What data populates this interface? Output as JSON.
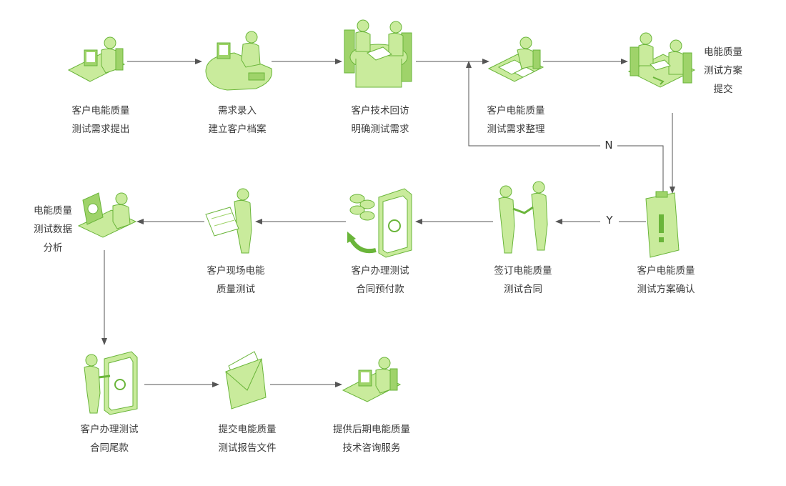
{
  "colors": {
    "green_light": "#c9eb9c",
    "green_mid": "#9fd36a",
    "green_dark": "#6ab53a",
    "white": "#ffffff",
    "arrow": "#555555"
  },
  "nodes": [
    {
      "id": "n1",
      "icon": "person-at-computer-icon",
      "lines": [
        "客户电能质量",
        "测试需求提出"
      ]
    },
    {
      "id": "n2",
      "icon": "service-desk-icon",
      "lines": [
        "需求录入",
        "建立客户档案"
      ]
    },
    {
      "id": "n3",
      "icon": "meeting-table-icon",
      "lines": [
        "客户技术回访",
        "明确测试需求"
      ]
    },
    {
      "id": "n4",
      "icon": "person-with-documents-icon",
      "lines": [
        "客户电能质量",
        "测试需求整理"
      ]
    },
    {
      "id": "n5",
      "icon": "two-people-handover-icon",
      "lines": [
        "电能质量",
        "测试方案",
        "提交"
      ]
    },
    {
      "id": "n6",
      "icon": "clipboard-exclamation-icon",
      "lines": [
        "客户电能质量",
        "测试方案确认"
      ]
    },
    {
      "id": "n7",
      "icon": "handshake-icon",
      "lines": [
        "签订电能质量",
        "测试合同"
      ]
    },
    {
      "id": "n8",
      "icon": "coins-safe-icon",
      "lines": [
        "客户办理测试",
        "合同预付款"
      ]
    },
    {
      "id": "n9",
      "icon": "person-reading-plan-icon",
      "lines": [
        "客户现场电能",
        "质量测试"
      ]
    },
    {
      "id": "n10",
      "icon": "analysis-computer-icon",
      "lines": [
        "电能质量",
        "测试数据",
        "分析"
      ]
    },
    {
      "id": "n11",
      "icon": "person-at-safe-icon",
      "lines": [
        "客户办理测试",
        "合同尾款"
      ]
    },
    {
      "id": "n12",
      "icon": "envelope-report-icon",
      "lines": [
        "提交电能质量",
        "测试报告文件"
      ]
    },
    {
      "id": "n13",
      "icon": "consulting-computer-icon",
      "lines": [
        "提供后期电能质量",
        "技术咨询服务"
      ]
    }
  ],
  "edge_labels": {
    "no": "N",
    "yes": "Y"
  }
}
